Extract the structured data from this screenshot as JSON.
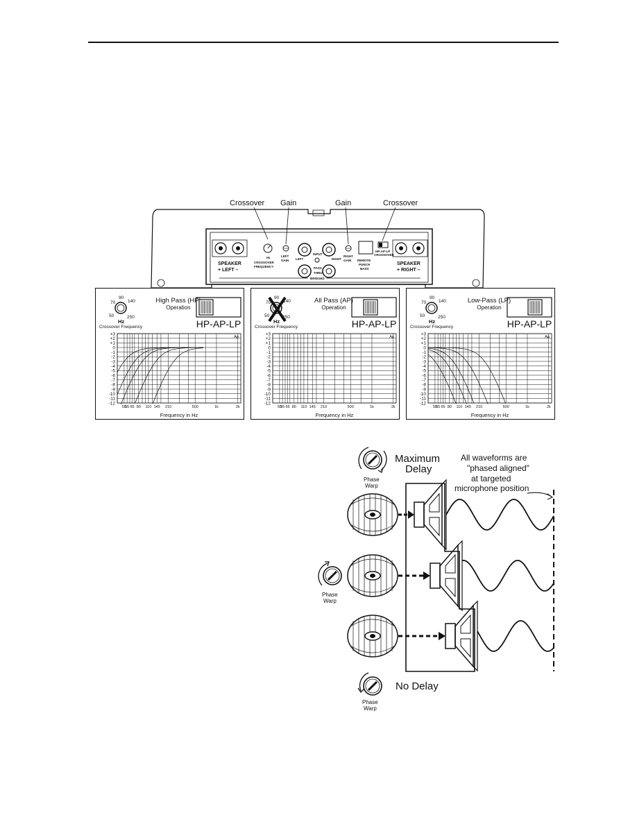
{
  "amp_labels": {
    "crossover_left": "Crossover",
    "gain_left": "Gain",
    "gain_right": "Gain",
    "crossover_right": "Crossover",
    "speaker_left_title": "SPEAKER",
    "speaker_left_sign": "+ LEFT –",
    "speaker_right_title": "SPEAKER",
    "speaker_right_sign": "+ RIGHT –",
    "crossover_freq": "CROSSOVER",
    "crossover_freq2": "FREQUENCY",
    "left_gain": "LEFT",
    "left_gain2": "GAIN",
    "right_gain": "RIGHT",
    "right_gain2": "GAIN",
    "input": "INPUT",
    "left": "LEFT",
    "right": "RIGHT",
    "pass": "PASS",
    "thru": "THRU",
    "bridged": "BRIDGED",
    "remote": "REMOTE",
    "punch": "PUNCH",
    "bass": "BASS",
    "hp_ap_lp_small": "HP-AP-LP",
    "crossover_small": "CROSSOVER",
    "hz": "Hz"
  },
  "panels": [
    {
      "title": "High Pass (HP)",
      "subtitle": "Operation",
      "switch": "HP-AP-LP",
      "mode": "hp",
      "crossed_out": false
    },
    {
      "title": "All Pass (AP)",
      "subtitle": "Operation",
      "switch": "HP-AP-LP",
      "mode": "ap",
      "crossed_out": true
    },
    {
      "title": "Low-Pass (LP)",
      "subtitle": "Operation",
      "switch": "HP-AP-LP",
      "mode": "lp",
      "crossed_out": false
    }
  ],
  "panel_common": {
    "knob_70": "70",
    "knob_90": "90",
    "knob_140": "140",
    "knob_50": "50",
    "knob_250": "250",
    "knob_hz": "Hz",
    "crossover_frequency": "Crossover Frequency",
    "frequency_label": "Frequency in Hz",
    "ap_corner": "Ap",
    "y_ticks": [
      "+3",
      "+2",
      "+1",
      "0",
      "-1",
      "-2",
      "-3",
      "-4",
      "-5",
      "-6",
      "-7",
      "-8",
      "-9",
      "-10",
      "-11",
      "-12"
    ],
    "x_ticks": [
      "50",
      "55",
      "65",
      "80",
      "110",
      "145",
      "210",
      "500",
      "1k",
      "2k"
    ]
  },
  "chart_data": [
    {
      "type": "line",
      "title": "High Pass (HP)",
      "xlabel": "Frequency in Hz",
      "ylabel": "",
      "xscale": "log",
      "ylim": [
        -12,
        3
      ],
      "series": [
        {
          "cutoff_hz": 50
        },
        {
          "cutoff_hz": 70
        },
        {
          "cutoff_hz": 90
        },
        {
          "cutoff_hz": 140
        },
        {
          "cutoff_hz": 250
        }
      ]
    },
    {
      "type": "line",
      "title": "All Pass (AP)",
      "xlabel": "Frequency in Hz",
      "ylabel": "",
      "xscale": "log",
      "ylim": [
        -12,
        3
      ],
      "series": []
    },
    {
      "type": "line",
      "title": "Low-Pass (LP)",
      "xlabel": "Frequency in Hz",
      "ylabel": "",
      "xscale": "log",
      "ylim": [
        -12,
        3
      ],
      "series": [
        {
          "cutoff_hz": 50
        },
        {
          "cutoff_hz": 70
        },
        {
          "cutoff_hz": 90
        },
        {
          "cutoff_hz": 140
        },
        {
          "cutoff_hz": 250
        }
      ]
    }
  ],
  "phase": {
    "max_delay_1": "Maximum",
    "max_delay_2": "Delay",
    "note_1": "All waveforms are",
    "note_2": "\"phased aligned\"",
    "note_3": "at targeted",
    "note_4": "microphone position",
    "knob_top_1": "Phase",
    "knob_top_2": "Warp",
    "knob_mid_1": "Phase",
    "knob_mid_2": "Warp",
    "knob_bot_1": "Phase",
    "knob_bot_2": "Warp",
    "no_delay": "No Delay"
  }
}
